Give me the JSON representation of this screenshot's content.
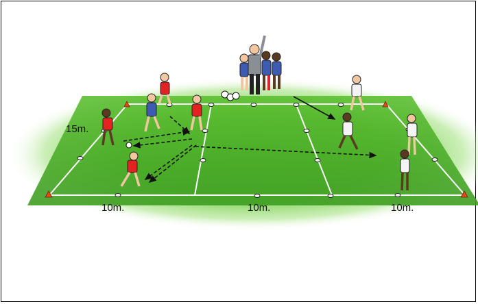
{
  "labels": {
    "width": "15m.",
    "zone1": "10m.",
    "zone2": "10m.",
    "zone3": "10m."
  },
  "colors": {
    "grass_light": "#7fd24a",
    "grass_dark": "#3f9e25",
    "line": "#ffffff",
    "cone": "#e24a1a",
    "marker": "#222222",
    "red_team": "#e42222",
    "blue_team": "#3d5bb0",
    "white_team": "#f4f4f4",
    "coach": "#8a8f96"
  }
}
